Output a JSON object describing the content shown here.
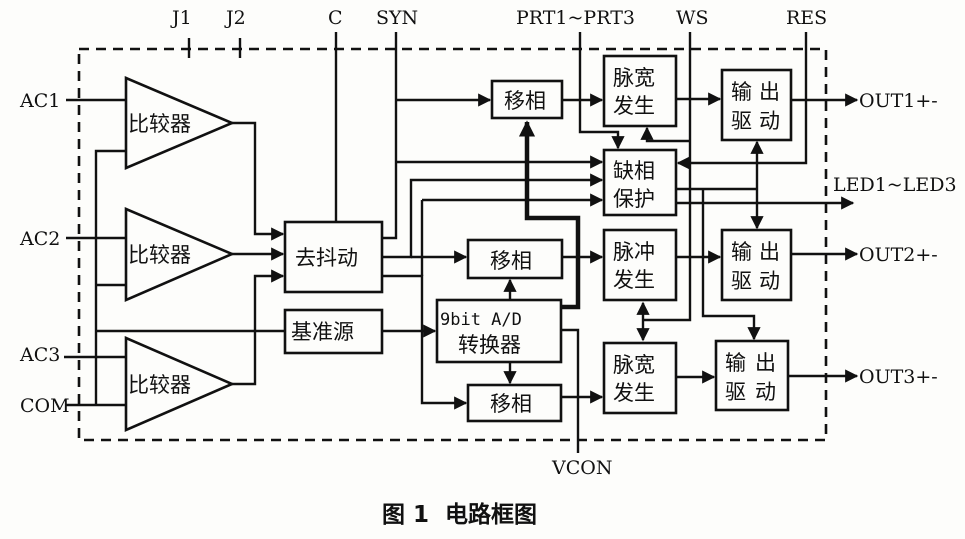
{
  "figure": {
    "caption": "图 1  电路框图"
  },
  "inputs": {
    "ac1": "AC1",
    "ac2": "AC2",
    "ac3": "AC3",
    "com": "COM"
  },
  "top_pins": {
    "j1": "J1",
    "j2": "J2",
    "c": "C",
    "syn": "SYN",
    "prt": "PRT1~PRT3",
    "ws": "WS",
    "res": "RES"
  },
  "bottom_pins": {
    "vcon": "VCON"
  },
  "outputs": {
    "out1": "OUT1+-",
    "led": "LED1~LED3",
    "out2": "OUT2+-",
    "out3": "OUT3+-"
  },
  "blocks": {
    "comparator1": "比较器",
    "comparator2": "比较器",
    "comparator3": "比较器",
    "debounce": "去抖动",
    "reference": "基准源",
    "phase_shift1": "移相",
    "phase_shift2": "移相",
    "phase_shift3": "移相",
    "adc_line1": "9bit A/D",
    "adc_line2": "转换器",
    "pwm1_line1": "脉宽",
    "pwm1_line2": "发生",
    "phase_loss_line1": "缺相",
    "phase_loss_line2": "保护",
    "pulse_line1": "脉冲",
    "pulse_line2": "发生",
    "pwm3_line1": "脉宽",
    "pwm3_line2": "发生",
    "driver1_a": "输",
    "driver1_b": "出",
    "driver1_c": "驱",
    "driver1_d": "动",
    "driver2_a": "输",
    "driver2_b": "出",
    "driver2_c": "驱",
    "driver2_d": "动",
    "driver3_a": "输",
    "driver3_b": "出",
    "driver3_c": "驱",
    "driver3_d": "动"
  }
}
